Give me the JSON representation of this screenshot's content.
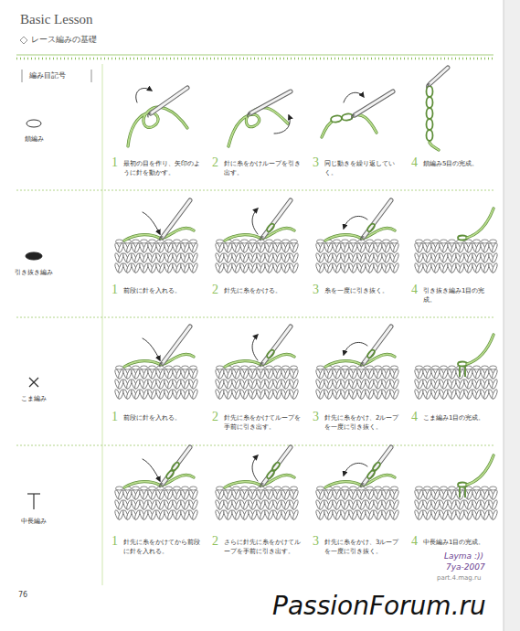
{
  "diagram": {
    "labels": [
      "Basic Lesson",
      "レース編みの基礎",
      "編み目記号",
      "鎖編み",
      "1",
      "最初の目を作り、矢印のように針を動かす。",
      "2",
      "針に糸をかけループを引き出す。",
      "3",
      "同じ動きを繰り返していく。",
      "4",
      "鎖編み5目の完成。",
      "引き抜き編み",
      "1",
      "前段に針を入れる。",
      "2",
      "針先に糸をかける。",
      "3",
      "糸を一度に引き抜く。",
      "4",
      "引き抜き編み1目の完成。",
      "こま編み",
      "1",
      "前段に針を入れる。",
      "2",
      "針先に糸をかけてループを手前に引き出す。",
      "3",
      "針先に糸をかけ、2ループを一度に引き抜く。",
      "4",
      "こま編み1目の完成。",
      "中長編み",
      "1",
      "針先に糸をかけてから前段に針を入れる。",
      "2",
      "さらに針先に糸をかけてループを手前に引き出す。",
      "3",
      "針先に糸をかけ、3ループを一度に引き抜く。",
      "4",
      "中長編み1目の完成。",
      "76",
      "Layma :))",
      "7ya-2007",
      "part.4.mag.ru",
      "PassionForum.ru"
    ]
  }
}
